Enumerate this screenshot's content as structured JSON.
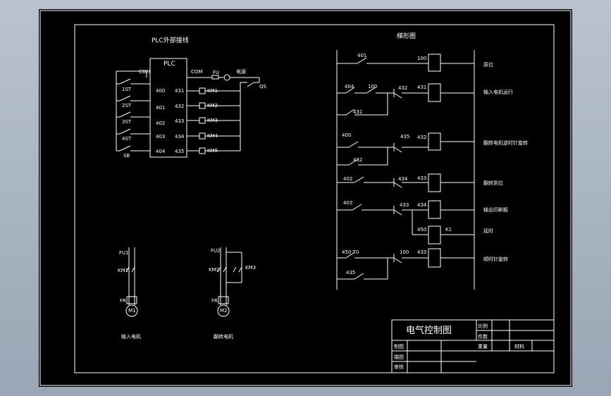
{
  "plc_wiring": {
    "title": "PLC外部接线",
    "plc_label": "PLC",
    "com_left": "COM",
    "com_right": "COM",
    "inputs": [
      {
        "switch": "1ST",
        "addr": "400"
      },
      {
        "switch": "2ST",
        "addr": "401"
      },
      {
        "switch": "3ST",
        "addr": "402"
      },
      {
        "switch": "4ST",
        "addr": "403"
      },
      {
        "switch": "SB",
        "addr": "404"
      }
    ],
    "outputs": [
      {
        "addr": "431",
        "coil": "KM1"
      },
      {
        "addr": "432",
        "coil": "KM2"
      },
      {
        "addr": "433",
        "coil": "KM3"
      },
      {
        "addr": "434",
        "coil": "KM4"
      },
      {
        "addr": "435",
        "coil": "KM5"
      }
    ],
    "fuse": "FU",
    "power": "电源",
    "qs": "QS"
  },
  "ladder": {
    "title": "梯形图",
    "rungs": [
      {
        "contacts": [
          "401"
        ],
        "coil": "100",
        "note": "原位"
      },
      {
        "contacts": [
          "404",
          "100",
          "432"
        ],
        "parallel": "431",
        "coil": "431",
        "note": "输入电机运行"
      },
      {
        "contacts": [
          "400",
          "435"
        ],
        "parallel": "432",
        "coil": "432",
        "note": "翻转电机逆时针旋转"
      },
      {
        "contacts": [
          "402",
          "434"
        ],
        "coil": "433",
        "note": "翻转到位"
      },
      {
        "contacts": [
          "403",
          "433"
        ],
        "coil": "434",
        "note": "输出印刷板"
      },
      {
        "contacts": [
          "450"
        ],
        "coil": "K1",
        "note": "延时"
      },
      {
        "contacts": [
          "450 T0",
          "100"
        ],
        "parallel": "435",
        "coil": "433",
        "note": "顺时针旋转"
      }
    ]
  },
  "motor_circuits": [
    {
      "caption": "输入电机",
      "fu": "FU1",
      "km": "KM1",
      "fr": "FR",
      "motor": "M1"
    },
    {
      "caption": "翻转电机",
      "fu": "FU2",
      "km_left": "KM2",
      "km_right": "KM3",
      "fr": "FR",
      "motor": "M2"
    }
  ],
  "title_block": {
    "drawing_title": "电气控制图",
    "scale": "比例",
    "count": "件数",
    "weight": "重量",
    "material": "材料",
    "drawn": "制图",
    "drafted": "描图",
    "checked": "审核"
  }
}
